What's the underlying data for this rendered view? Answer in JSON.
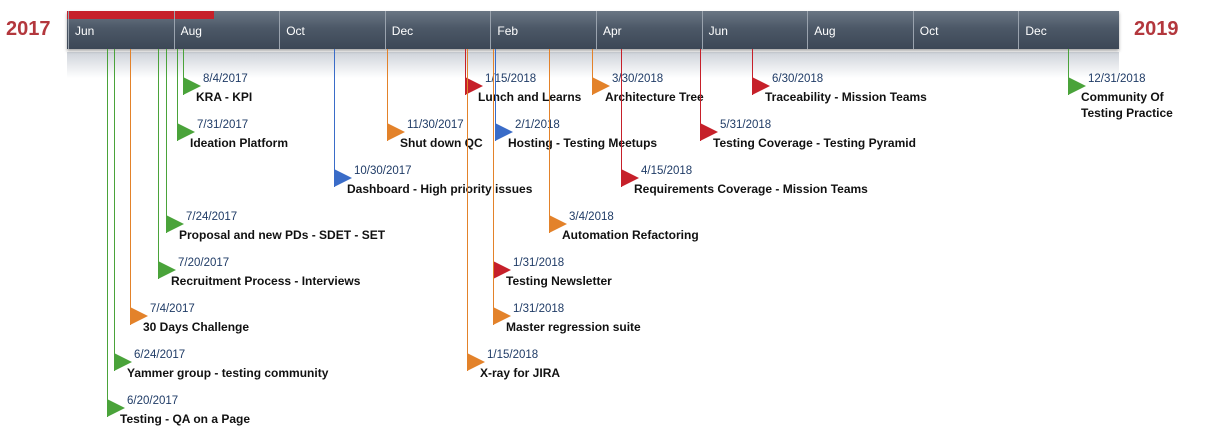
{
  "timeline": {
    "start_year": "2017",
    "end_year": "2019",
    "months": [
      "Jun",
      "Aug",
      "Oct",
      "Dec",
      "Feb",
      "Apr",
      "Jun",
      "Aug",
      "Oct",
      "Dec"
    ],
    "progress": 0.14
  },
  "milestones": [
    {
      "date": "8/4/2017",
      "label": "KRA - KPI",
      "color": "#4aa33a"
    },
    {
      "date": "7/31/2017",
      "label": "Ideation Platform",
      "color": "#4aa33a"
    },
    {
      "date": "7/24/2017",
      "label": "Proposal and new PDs - SDET - SET",
      "color": "#4aa33a"
    },
    {
      "date": "7/20/2017",
      "label": "Recruitment Process - Interviews",
      "color": "#4aa33a"
    },
    {
      "date": "7/4/2017",
      "label": "30 Days Challenge",
      "color": "#e3822a"
    },
    {
      "date": "6/24/2017",
      "label": "Yammer group - testing community",
      "color": "#4aa33a"
    },
    {
      "date": "6/20/2017",
      "label": "Testing - QA on a Page",
      "color": "#4aa33a"
    },
    {
      "date": "10/30/2017",
      "label": "Dashboard - High priority issues",
      "color": "#3a6cc8"
    },
    {
      "date": "11/30/2017",
      "label": "Shut down QC",
      "color": "#e3822a"
    },
    {
      "date": "1/15/2018",
      "label": "Lunch and Learns",
      "color": "#c6202a"
    },
    {
      "date": "2/1/2018",
      "label": "Hosting - Testing Meetups",
      "color": "#3a6cc8"
    },
    {
      "date": "1/15/2018",
      "label": "X-ray for JIRA",
      "color": "#e3822a"
    },
    {
      "date": "1/31/2018",
      "label": "Testing Newsletter",
      "color": "#c6202a"
    },
    {
      "date": "1/31/2018",
      "label": "Master regression suite",
      "color": "#e3822a"
    },
    {
      "date": "3/4/2018",
      "label": "Automation Refactoring",
      "color": "#e3822a"
    },
    {
      "date": "3/30/2018",
      "label": "Architecture Tree",
      "color": "#e3822a"
    },
    {
      "date": "4/15/2018",
      "label": "Requirements Coverage - Mission Teams",
      "color": "#c6202a"
    },
    {
      "date": "5/31/2018",
      "label": "Testing Coverage - Testing Pyramid",
      "color": "#c6202a"
    },
    {
      "date": "6/30/2018",
      "label": "Traceability - Mission Teams",
      "color": "#c6202a"
    },
    {
      "date": "12/31/2018",
      "label": "Community Of Testing Practice",
      "color": "#4aa33a"
    }
  ]
}
